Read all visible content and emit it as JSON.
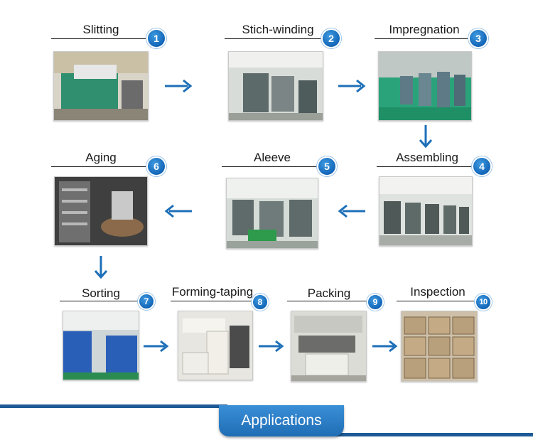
{
  "steps": [
    {
      "number": "1",
      "label": "Slitting"
    },
    {
      "number": "2",
      "label": "Stich-winding"
    },
    {
      "number": "3",
      "label": "Impregnation"
    },
    {
      "number": "4",
      "label": "Assembling"
    },
    {
      "number": "5",
      "label": "Aleeve"
    },
    {
      "number": "6",
      "label": "Aging"
    },
    {
      "number": "7",
      "label": "Sorting"
    },
    {
      "number": "8",
      "label": "Forming-taping"
    },
    {
      "number": "9",
      "label": "Packing"
    },
    {
      "number": "10",
      "label": "Inspection"
    }
  ],
  "footer": {
    "label": "Applications"
  },
  "colors": {
    "accent": "#1266b8",
    "arrow": "#1d6fb8",
    "footer": "#1d5a96"
  }
}
